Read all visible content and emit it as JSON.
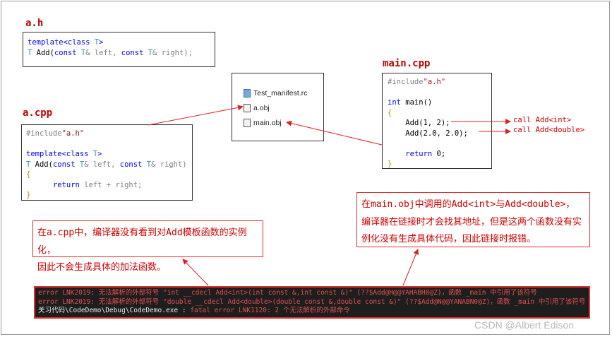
{
  "titles": {
    "a_h": "a.h",
    "a_cpp": "a.cpp",
    "main_cpp": "main.cpp"
  },
  "a_h_code": {
    "line1_kw": "template",
    "line1_rest": "<class ",
    "line1_t": "T",
    "line1_close": ">",
    "line2_t": "T",
    "line2_fn": " Add(",
    "line2_const1": "const ",
    "line2_t2": "T",
    "line2_p1": "& left, ",
    "line2_const2": "const ",
    "line2_t3": "T",
    "line2_p2": "& right);"
  },
  "a_cpp_code": {
    "include_dir": "#include",
    "include_file": "\"a.h\"",
    "tpl_kw": "template",
    "tpl_rest": "<class ",
    "tpl_t": "T",
    "tpl_close": ">",
    "sig_t": "T",
    "sig_fn": " Add(",
    "sig_const1": "const ",
    "sig_t2": "T",
    "sig_p1": "& left, ",
    "sig_const2": "const ",
    "sig_t3": "T",
    "sig_p2": "& right)",
    "open_brace": "{",
    "return_kw": "return",
    "return_rest": " left + right;",
    "close_brace": "}"
  },
  "main_cpp_code": {
    "include_dir": "#include",
    "include_file": "\"a.h\"",
    "int_kw": "int",
    "main_rest": " main()",
    "open_brace": "{",
    "call1": "Add(1, 2);",
    "call2": "Add(2.0, 2.0);",
    "return_kw": "return",
    "return_rest": " 0;",
    "close_brace": "}"
  },
  "files": [
    {
      "name": "Test_manifest.rc",
      "icon": "rc-file-icon"
    },
    {
      "name": "a.obj",
      "icon": "obj-file-icon"
    },
    {
      "name": "main.obj",
      "icon": "obj-file-icon"
    }
  ],
  "call_notes": {
    "int_call": "call Add<int>",
    "double_call": "call Add<double>"
  },
  "note_left": {
    "l1_a": "在",
    "l1_b": "a.cpp",
    "l1_c": "中，编译器没有看到对",
    "l1_d": "Add",
    "l1_e": "模板函数的实例化，",
    "l2": "因此不会生成具体的加法函数。"
  },
  "note_right": {
    "l1_a": "在",
    "l1_b": "main.obj",
    "l1_c": "中调用的",
    "l1_d": "Add<int>",
    "l1_e": "与",
    "l1_f": "Add<double>",
    "l1_g": "，",
    "l2": "编译器在链接时才会找其地址，但是这两个函数没有实",
    "l3": "例化没有生成具体代码，因此链接时报错。"
  },
  "console": {
    "line1": "error LNK2019: 无法解析的外部符号 \"int __cdecl Add<int>(int const &,int const &)\" (??$Add@H@@YAHABH0@Z)，函数 _main 中引用了该符号",
    "line2": "error LNK2019: 无法解析的外部符号 \"double __cdecl Add<double>(double const &,double const &)\" (??$Add@N@@YANABN0@Z)，函数 _main 中引用了该符号",
    "line3_a": "关习代码\\CodeDemo\\Debug\\CodeDemo.exe : ",
    "line3_b": "fatal error LNK1120: 2 个无法解析的外部命令"
  },
  "watermark": "CSDN @Albert Edison",
  "colors": {
    "title_red": "#c00000",
    "keyword_blue": "#0000ff",
    "type_teal": "#2b91af",
    "string_red": "#a31515",
    "note_red": "#d00000"
  }
}
